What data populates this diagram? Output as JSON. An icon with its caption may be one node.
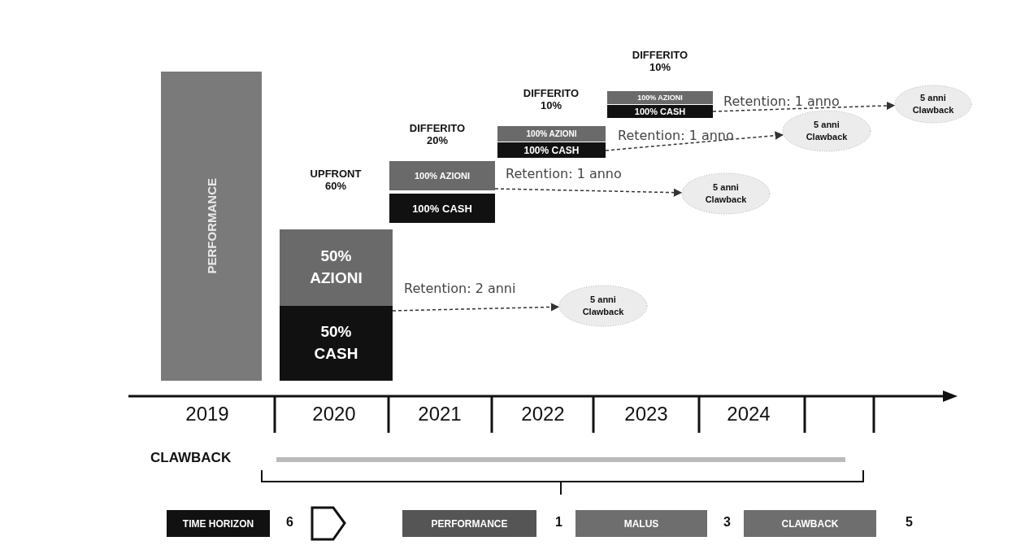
{
  "diagram": {
    "nodes": [
      {
        "text": [
          "PERFORMANCE"
        ]
      },
      {
        "text": [
          "50% AZIONI"
        ]
      },
      {
        "text": [
          "50% CASH"
        ]
      },
      {
        "text": [
          "100% AZIONI"
        ]
      },
      {
        "text": [
          "100% CASH"
        ]
      },
      {
        "text": [
          "100% AZIONI"
        ]
      },
      {
        "text": [
          "100% CASH"
        ]
      },
      {
        "text": [
          "100% AZIONI"
        ]
      },
      {
        "text": [
          "100% CASH"
        ]
      },
      {
        "text": [
          "5 anni Clawback"
        ]
      },
      {
        "text": [
          "5 anni Clawback"
        ]
      },
      {
        "text": [
          "5 anni Clawback"
        ]
      },
      {
        "text": [
          "5 anni Clawback"
        ]
      },
      {
        "text": [
          "TIME HORIZON"
        ]
      },
      {
        "text": [
          "PERFORMANCE"
        ]
      },
      {
        "text": [
          "MALUS"
        ]
      },
      {
        "text": [
          "CLAWBACK"
        ]
      }
    ],
    "edges": [
      {
        "from": 2,
        "to": 9,
        "arrow": "to",
        "style": "dashed"
      },
      {
        "from": 3,
        "to": 10,
        "arrow": "to",
        "style": "dashed"
      },
      {
        "from": 6,
        "to": 11,
        "arrow": "to",
        "style": "dashed"
      },
      {
        "from": 8,
        "to": 12,
        "arrow": "to",
        "style": "dashed"
      }
    ],
    "labels": [
      "UPFRONT 60%",
      "DIFFERITO 20%",
      "DIFFERITO 10%",
      "DIFFERITO 10%",
      "Retention: 2 anni",
      "Retention: 1 anno",
      "Retention: 1 anno",
      "Retention: 1 anno",
      "2019",
      "2020",
      "2021",
      "2022",
      "2023",
      "2024",
      "CLAWBACK",
      "6",
      "1",
      "3",
      "5"
    ]
  }
}
